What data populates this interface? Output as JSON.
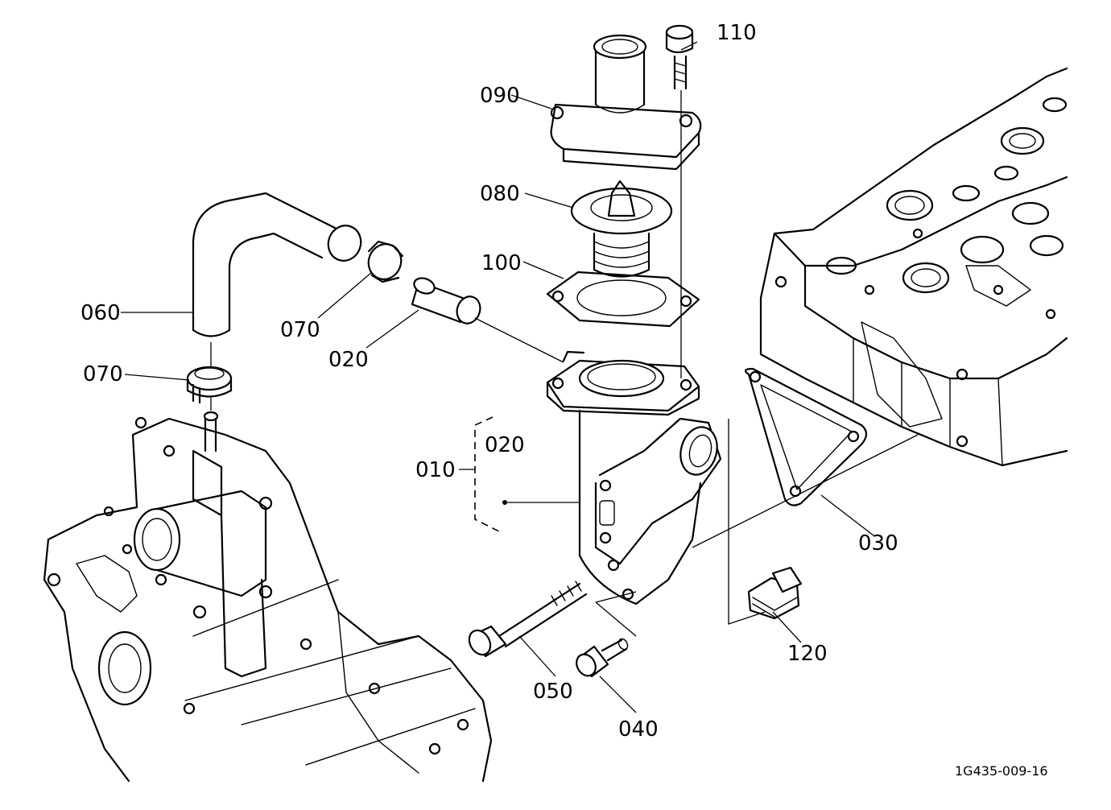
{
  "diagram": {
    "reference_code": "1G435-009-16",
    "callouts": [
      {
        "id": "110",
        "label": "110"
      },
      {
        "id": "090",
        "label": "090"
      },
      {
        "id": "080",
        "label": "080"
      },
      {
        "id": "100",
        "label": "100"
      },
      {
        "id": "060",
        "label": "060"
      },
      {
        "id": "070a",
        "label": "070"
      },
      {
        "id": "020a",
        "label": "020"
      },
      {
        "id": "070b",
        "label": "070"
      },
      {
        "id": "020b",
        "label": "020"
      },
      {
        "id": "010",
        "label": "010"
      },
      {
        "id": "030",
        "label": "030"
      },
      {
        "id": "120",
        "label": "120"
      },
      {
        "id": "050",
        "label": "050"
      },
      {
        "id": "040",
        "label": "040"
      }
    ]
  }
}
